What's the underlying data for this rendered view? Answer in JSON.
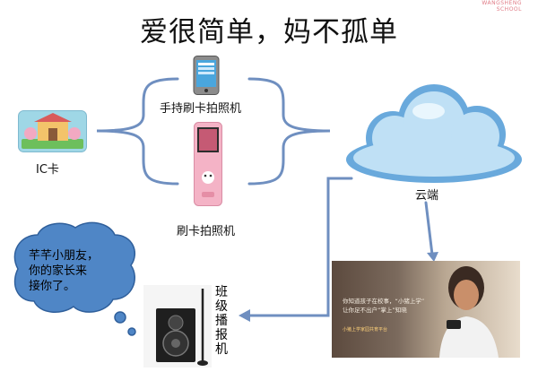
{
  "title": "爱很简单，妈不孤单",
  "corner_logo_text": "WANGSHENG SCHOOL",
  "nodes": {
    "ic_card": "IC卡",
    "handheld": "手持刷卡拍照机",
    "swipe_camera": "刷卡拍照机",
    "cloud": "云端",
    "broadcaster": [
      "班",
      "级",
      "播",
      "报",
      "机"
    ]
  },
  "bubble_lines": [
    "芊芊小朋友，",
    "你的家长来",
    "接你了。"
  ],
  "photo": {
    "caption_lines": [
      "你知道孩子在校事，“小猪上学”",
      "让你足不出户“掌上”知晓"
    ],
    "subtitle": "小猪上学家园共育平台"
  },
  "colors": {
    "connector": "#6f8fc0",
    "bubble_fill": "#4f86c6",
    "cloud_light": "#bfe0f5",
    "cloud_dark": "#69a9dc"
  }
}
